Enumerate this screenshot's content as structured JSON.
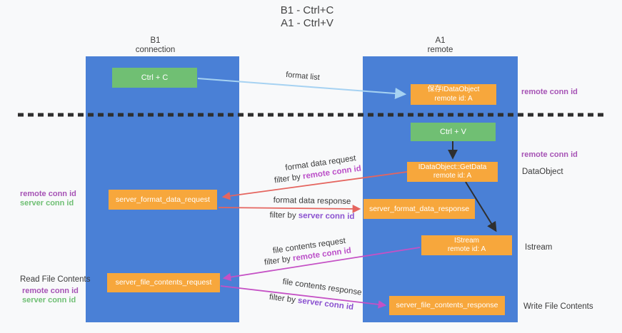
{
  "title": {
    "line1": "B1 - Ctrl+C",
    "line2": "A1 - Ctrl+V"
  },
  "columns": {
    "left": {
      "title": "B1",
      "subtitle": "connection"
    },
    "right": {
      "title": "A1",
      "subtitle": "remote"
    }
  },
  "nodes": {
    "ctrl_c": {
      "label": "Ctrl + C"
    },
    "ctrl_v": {
      "label": "Ctrl + V"
    },
    "save_dataobject": {
      "line1": "保存IDataObject",
      "line2": "remote id: A"
    },
    "getdata": {
      "line1": "IDataObject::GetData",
      "line2": "remote id: A"
    },
    "istream": {
      "line1": "IStream",
      "line2": "remote id: A"
    },
    "server_format_data_request": {
      "label": "server_format_data_request"
    },
    "server_format_data_response": {
      "label": "server_format_data_response"
    },
    "server_file_contents_request": {
      "label": "server_file_contents_request"
    },
    "server_file_contents_response": {
      "label": "server_file_contents_response"
    }
  },
  "arrow_labels": {
    "format_list": "format list",
    "format_data_request": "format data request",
    "format_data_request_filter_prefix": "filter by ",
    "format_data_request_filter_key": "remote conn id",
    "format_data_response": "format data response",
    "format_data_response_filter_prefix": "filter by ",
    "format_data_response_filter_key": "server conn id",
    "file_contents_request": "file contents request",
    "file_contents_request_filter_prefix": "filter by ",
    "file_contents_request_filter_key": "remote conn id",
    "file_contents_response": "file contents response",
    "file_contents_response_filter_prefix": "filter by ",
    "file_contents_response_filter_key": "server conn id"
  },
  "side_labels": {
    "right_remote_conn_id_top": "remote conn id",
    "right_remote_conn_id_mid": "remote conn id",
    "right_dataobject": "DataObject",
    "right_istream": "Istream",
    "right_write_file_contents": "Write File Contents",
    "left_remote_conn_id_top": "remote conn id",
    "left_server_conn_id_top": "server conn id",
    "left_read_file_contents": "Read File Contents",
    "left_remote_conn_id_bottom": "remote conn id",
    "left_server_conn_id_bottom": "server conn id"
  },
  "colors": {
    "column_blue": "#4a80d6",
    "node_green": "#70bf73",
    "node_orange": "#f7a73c",
    "arrow_red": "#e5655f",
    "arrow_magenta": "#c551c5",
    "arrow_lightblue": "#a6d2f2",
    "arrow_black": "#2f2f2f",
    "divider_black": "#2f2f2f",
    "label_purple": "#a653b5",
    "label_magenta": "#bb4fc8",
    "label_violet": "#8b52d0",
    "label_green": "#6fbf73"
  }
}
